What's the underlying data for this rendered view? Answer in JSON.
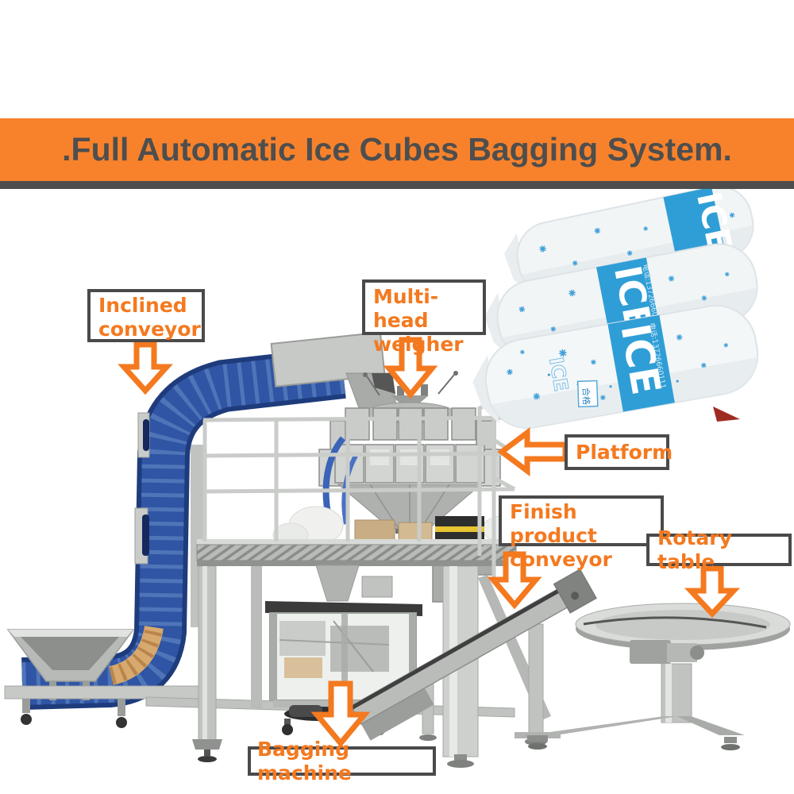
{
  "banner": {
    "title": ".Full Automatic Ice Cubes Bagging System.",
    "background": "#F8822B",
    "text_color": "#4E4E4E",
    "bar_color": "#4D4D4D"
  },
  "annotations": {
    "accent_color": "#F4791F",
    "box_border_color": "#4A4A4A",
    "inclined_conveyor": {
      "line1": "Inclined",
      "line2": "conveyor"
    },
    "multihead_weigher": {
      "line1": "Multi-head",
      "line2": "weigher"
    },
    "platform": {
      "label": "Platform"
    },
    "finish_product_conveyor": {
      "line1": "Finish product",
      "line2": "conveyor"
    },
    "rotary_table": {
      "label": "Rotary table"
    },
    "bagging_machine": {
      "label": "Bagging machine"
    }
  },
  "ice_bags": {
    "brand": "ICE",
    "phone": "电话:13726660111",
    "qc_tag": "合格",
    "stripe_color": "#2F9ED6"
  },
  "machine_colors": {
    "conveyor_blue": "#2F55A4",
    "conveyor_blue_dark": "#1E3C7C",
    "stainless": "#C0C3C0"
  }
}
